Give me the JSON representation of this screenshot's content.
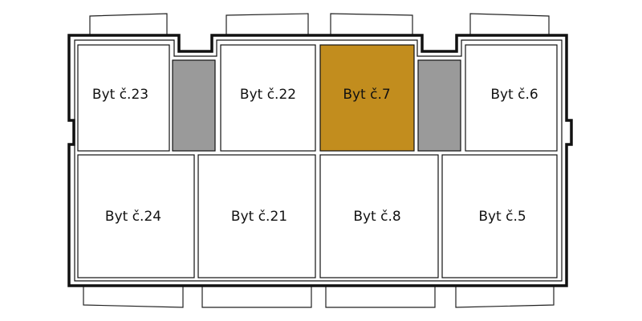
{
  "colors": {
    "outline": "#111111",
    "apartment_fill": "#ffffff",
    "highlight_fill": "#c28d1e",
    "stairwell_fill": "#9a9a9a",
    "background": "#ffffff"
  },
  "apartments": {
    "byt23": {
      "label": "Byt č.23",
      "highlighted": false
    },
    "byt22": {
      "label": "Byt č.22",
      "highlighted": false
    },
    "byt7": {
      "label": "Byt č.7",
      "highlighted": true
    },
    "byt6": {
      "label": "Byt č.6",
      "highlighted": false
    },
    "byt24": {
      "label": "Byt č.24",
      "highlighted": false
    },
    "byt21": {
      "label": "Byt č.21",
      "highlighted": false
    },
    "byt8": {
      "label": "Byt č.8",
      "highlighted": false
    },
    "byt5": {
      "label": "Byt č.5",
      "highlighted": false
    }
  }
}
